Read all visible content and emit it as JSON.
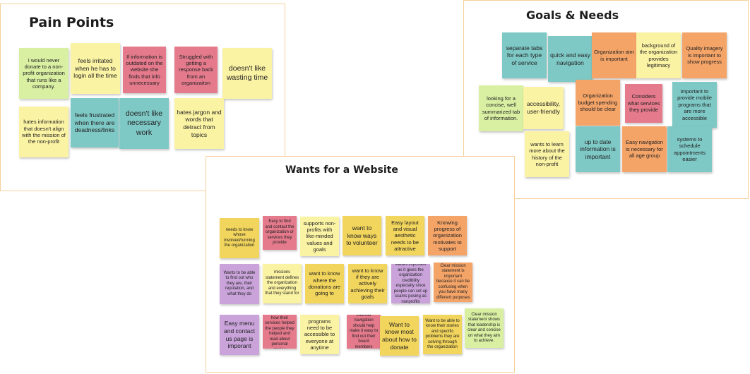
{
  "colors": {
    "frame_border": "#f6cf9a",
    "yellow": "#fbf3a4",
    "green": "#d9f0a3",
    "pink": "#e47a8c",
    "teal": "#7ec8c5",
    "orange": "#f5a468",
    "purple": "#c9a3da",
    "gold": "#f2d55c"
  },
  "pain_points": {
    "title": "Pain Points",
    "notes": [
      "I would never donate to a non-profit organization that runs like a company.",
      "feels irritated when he has to login all the time",
      "If information is outdated on the website she finds that info unnecessary",
      "Struggled with getting a response back from an organizaiton",
      "doesn't like wasting time",
      "hates information that doesn't align with the mission of the non-profit",
      "feels frustrated when there are deadness/links",
      "doesn't like necessary work",
      "hates jargon and words that detract from topics"
    ]
  },
  "goals_needs": {
    "title": "Goals & Needs",
    "notes": [
      "separate tabs for each type of service",
      "quick and easy navigation",
      "Organization aim is important",
      "background of the organization provides legitimacy",
      "Quality imagery is important to show progress",
      "looking for a concise, well summarized tab of information.",
      "accessibility, user-friendly",
      "Organization budget spending should be clear",
      "Considers what services they provide",
      "important to provide mobile programs that are more accessible",
      "wants to learn more about the history of the non-profit",
      "up to date information is important",
      "Easy navigation is necessary for all age group",
      "systems to schedule appointments easier"
    ]
  },
  "wants_website": {
    "title": "Wants for a Website",
    "notes": [
      "needs to know whose involved/running the organization",
      "Easy to find and contact the organization or services they provide",
      "supports non-profits with like-minded values and goals",
      "want to know ways to volunteer",
      "Easy layout and visual aesthetic needs to be attractive",
      "Knowing progress of organization motivates to support",
      "Wants to be able to find out who they are, their reputation, and what they do",
      "missions statement defines the organization and everything that they stand for",
      "want to know where the donations are going to",
      "want to know if they are actively achieving their goals",
      "Clear mission and values important as it gives the organization credibility especially since people can set up scams posing as nonprofits nowadays",
      "Clear mission statement is important because it can be confusing when you have many different purposes",
      "Easy menu and contact us page is imporant",
      "Wants to learn how their services helped the people they helped and read about personal stories",
      "programs need to be accessible to everyone at anytime",
      "Website navigation should help make it easy to find out their board members",
      "Want to know most about how to donate",
      "Want to be able to know their stories and specific problems they are solving through the organization",
      "Clear mission statement shows that leadership is clear and concise on what they aim to achieve."
    ]
  }
}
